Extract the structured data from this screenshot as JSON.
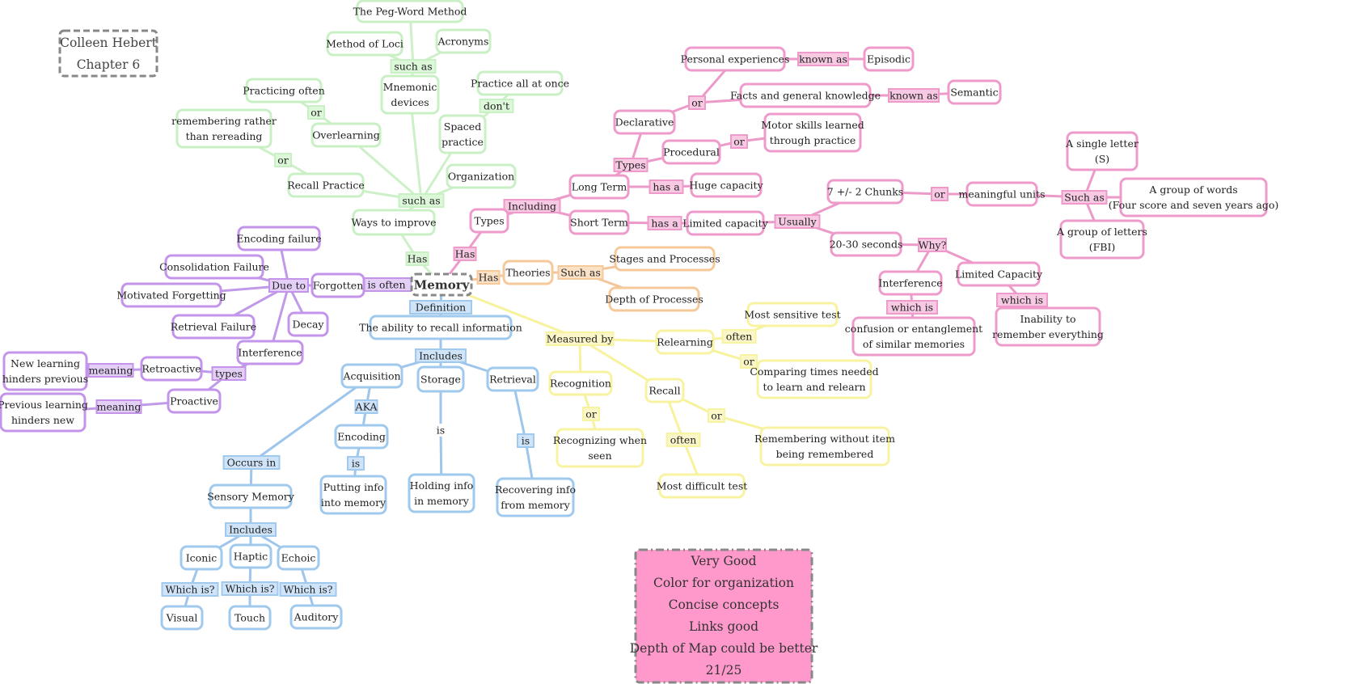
{
  "colors": {
    "green_stroke": "#c8f0c4",
    "green_link": "#cdf0c8",
    "green_label": "#ddf7d9",
    "pink_stroke": "#ee9bcb",
    "pink_link": "#ec9ac9",
    "pink_label": "#f7c9e3",
    "purple_stroke": "#c394ea",
    "purple_link": "#c09ae9",
    "purple_label": "#e4d0f7",
    "blue_stroke": "#a0c9ee",
    "blue_link": "#9ec6ec",
    "blue_label": "#cfe4f8",
    "yellow_stroke": "#f8f3a0",
    "yellow_link": "#f7f29c",
    "yellow_label": "#fbf7c9",
    "orange_stroke": "#f5c99a",
    "orange_link": "#f3c59a",
    "orange_label": "#fbe1c6",
    "gray_stroke": "#888888",
    "review_fill": "#ff99cc",
    "text": "#222222"
  },
  "author_note": {
    "lines": [
      "Colleen Hebert",
      "Chapter 6"
    ]
  },
  "center": {
    "label": "Memory"
  },
  "review_note": {
    "lines": [
      "Very Good",
      "Color for organization",
      "Concise concepts",
      "Links good",
      "Depth of Map could be better",
      "21/25"
    ]
  },
  "nodes": {
    "ways_to_improve": [
      "Ways to improve"
    ],
    "recall_practice": [
      "Recall Practice"
    ],
    "remembering_rather": [
      "remembering rather",
      "than rereading"
    ],
    "overlearning": [
      "Overlearning"
    ],
    "practicing_often": [
      "Practicing often"
    ],
    "mnemonic_devices": [
      "Mnemonic",
      "devices"
    ],
    "method_of_loci": [
      "Method of Loci"
    ],
    "peg_word": [
      "The Peg-Word Method"
    ],
    "acronyms": [
      "Acronyms"
    ],
    "spaced_practice": [
      "Spaced",
      "practice"
    ],
    "practice_all": [
      "Practice all at once"
    ],
    "organization": [
      "Organization"
    ],
    "types": [
      "Types"
    ],
    "long_term": [
      "Long Term"
    ],
    "short_term": [
      "Short Term"
    ],
    "declarative": [
      "Declarative"
    ],
    "personal_exp": [
      "Personal experiences"
    ],
    "episodic": [
      "Episodic"
    ],
    "facts": [
      "Facts and general knowledge"
    ],
    "semantic": [
      "Semantic"
    ],
    "procedural": [
      "Procedural"
    ],
    "motor_skills": [
      "Motor skills learned",
      "through practice"
    ],
    "huge_capacity": [
      "Huge capacity"
    ],
    "limited_capacity": [
      "Limited capacity"
    ],
    "seven_chunks": [
      "7 +/- 2 Chunks"
    ],
    "meaningful_units": [
      "meaningful units"
    ],
    "single_letter": [
      "A single letter",
      "(S)"
    ],
    "group_words": [
      "A group of words",
      "(Four score and seven years ago)"
    ],
    "group_letters": [
      "A group of letters",
      "(FBI)"
    ],
    "twenty_thirty": [
      "20-30 seconds"
    ],
    "interference_st": [
      "Interference"
    ],
    "limited_capacity2": [
      "Limited Capacity"
    ],
    "confusion": [
      "confusion or entanglement",
      "of similar memories"
    ],
    "inability": [
      "Inability to",
      "remember everything"
    ],
    "theories": [
      "Theories"
    ],
    "stages": [
      "Stages and Processes"
    ],
    "depth": [
      "Depth of Processes"
    ],
    "forgotten": [
      "Forgotten"
    ],
    "encoding_failure": [
      "Encoding failure"
    ],
    "consolidation_failure": [
      "Consolidation Failure"
    ],
    "motivated_forgetting": [
      "Motivated Forgetting"
    ],
    "retrieval_failure": [
      "Retrieval Failure"
    ],
    "decay": [
      "Decay"
    ],
    "interference_f": [
      "Interference"
    ],
    "retroactive": [
      "Retroactive"
    ],
    "proactive": [
      "Proactive"
    ],
    "new_learning": [
      "New learning",
      "hinders previous"
    ],
    "previous_learning": [
      "Previous learning",
      "hinders new"
    ],
    "ability": [
      "The ability to recall information"
    ],
    "acquisition": [
      "Acquisition"
    ],
    "storage": [
      "Storage"
    ],
    "retrieval": [
      "Retrieval"
    ],
    "encoding": [
      "Encoding"
    ],
    "putting_info": [
      "Putting info",
      "into memory"
    ],
    "holding_info": [
      "Holding info",
      "in memory"
    ],
    "recovering_info": [
      "Recovering info",
      "from memory"
    ],
    "sensory_memory": [
      "Sensory Memory"
    ],
    "iconic": [
      "Iconic"
    ],
    "haptic": [
      "Haptic"
    ],
    "echoic": [
      "Echoic"
    ],
    "visual": [
      "Visual"
    ],
    "touch": [
      "Touch"
    ],
    "auditory": [
      "Auditory"
    ],
    "relearning": [
      "Relearning"
    ],
    "most_sensitive": [
      "Most sensitive test"
    ],
    "comparing_times": [
      "Comparing times needed",
      "to learn and relearn"
    ],
    "recognition": [
      "Recognition"
    ],
    "recognizing": [
      "Recognizing when",
      "seen"
    ],
    "recall": [
      "Recall"
    ],
    "most_difficult": [
      "Most difficult test"
    ],
    "remembering_without": [
      "Remembering without item",
      "being remembered"
    ]
  },
  "link_labels": {
    "has_green": "Has",
    "such_as_green": "such as",
    "or_rr": "or",
    "or_po": "or",
    "such_as_mn": "such as",
    "dont": "don't",
    "has_pink": "Has",
    "including": "Including",
    "types_lt": "Types",
    "or_decl": "or",
    "known_as_ep": "known as",
    "known_as_sem": "known as",
    "or_proc": "or",
    "has_a_lt": "has a",
    "has_a_st": "has a",
    "usually": "Usually",
    "or_chunks": "or",
    "such_as_mu": "Such as",
    "why": "Why?",
    "which_is_int": "which is",
    "which_is_lc": "which is",
    "has_orange": "Has",
    "such_as_th": "Such as",
    "is_often": "is often",
    "due_to": "Due to",
    "types_int": "types",
    "meaning_retro": "meaning",
    "meaning_pro": "meaning",
    "definition": "Definition",
    "includes": "Includes",
    "aka": "AKA",
    "is_enc": "is",
    "is_stor": "is",
    "is_retr": "is",
    "occurs_in": "Occurs in",
    "includes_sm": "Includes",
    "which_is_iconic": "Which is?",
    "which_is_haptic": "Which is?",
    "which_is_echoic": "Which is?",
    "measured_by": "Measured by",
    "often_rel": "often",
    "or_rel": "or",
    "or_recog": "or",
    "often_rec": "often",
    "or_rec": "or"
  }
}
